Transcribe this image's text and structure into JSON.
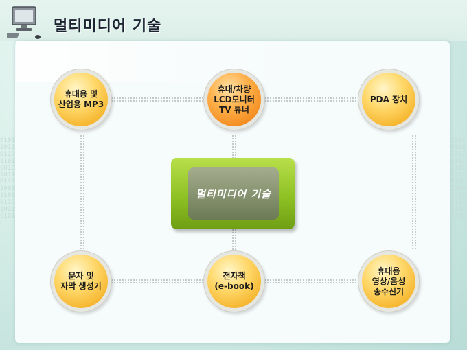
{
  "title": "멀티미디어 기술",
  "center_label": "멀티미디어 기술",
  "nodes": {
    "top_left": "휴대용 및\n산업용 MP3",
    "top_center": "휴대/차량\nLCD모니터\nTV 튜너",
    "top_right": "PDA 장치",
    "bottom_left": "문자 및\n자막 생성기",
    "bottom_center": "전자책\n(e-book)",
    "bottom_right": "휴대용\n영상/음성\n송수신기"
  }
}
